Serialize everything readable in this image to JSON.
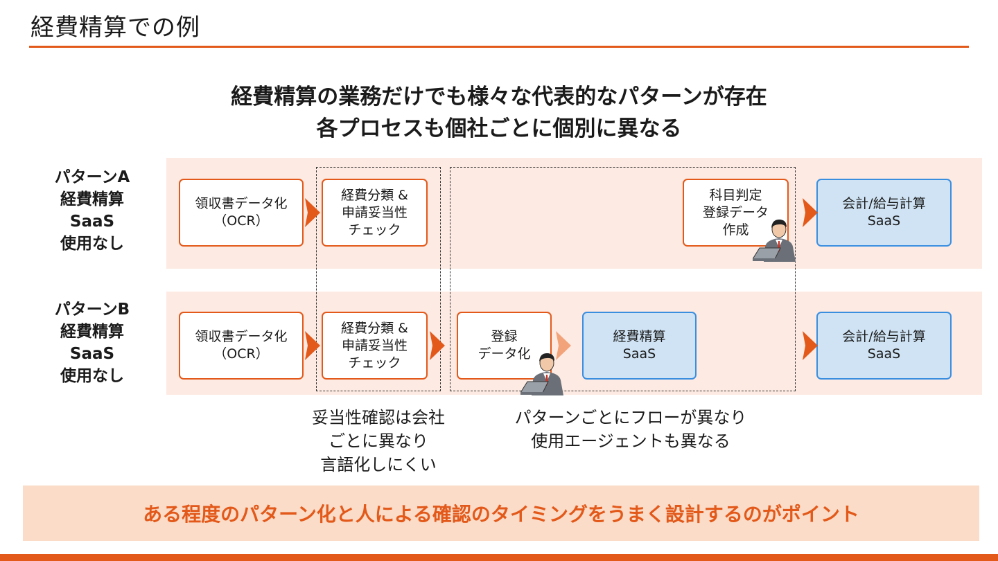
{
  "title": "経費精算での例",
  "headline": {
    "line1": "経費精算の業務だけでも様々な代表的なパターンが存在",
    "line2": "各プロセスも個社ごとに個別に異なる"
  },
  "rows": [
    {
      "label": [
        "パターンA",
        "経費精算",
        "SaaS",
        "使用なし"
      ],
      "steps": {
        "ocr": [
          "領収書データ化",
          "（OCR）"
        ],
        "check": [
          "経費分類 &",
          "申請妥当性",
          "チェック"
        ],
        "journal": [
          "科目判定",
          "登録データ",
          "作成"
        ],
        "accounting": [
          "会計/給与計算",
          "SaaS"
        ]
      }
    },
    {
      "label": [
        "パターンB",
        "経費精算",
        "SaaS",
        "使用なし"
      ],
      "steps": {
        "ocr": [
          "領収書データ化",
          "（OCR）"
        ],
        "check": [
          "経費分類 &",
          "申請妥当性",
          "チェック"
        ],
        "register": [
          "登録",
          "データ化"
        ],
        "expense_saas": [
          "経費精算",
          "SaaS"
        ],
        "accounting": [
          "会計/給与計算",
          "SaaS"
        ]
      }
    }
  ],
  "notes": {
    "validation": [
      "妥当性確認は会社",
      "ごとに異なり",
      "言語化しにくい"
    ],
    "flow": [
      "パターンごとにフローが異なり",
      "使用エージェントも異なる"
    ]
  },
  "banner": "ある程度のパターン化と人による確認のタイミングをうまく設計するのがポイント",
  "colors": {
    "accent": "#e2591a",
    "band": "#fdeae2",
    "saas_fill": "#cfe3f4",
    "saas_border": "#3a8ee0",
    "banner_fill": "#fbdcc8"
  },
  "icons": [
    "person-at-laptop-icon",
    "chevron-right-icon"
  ]
}
